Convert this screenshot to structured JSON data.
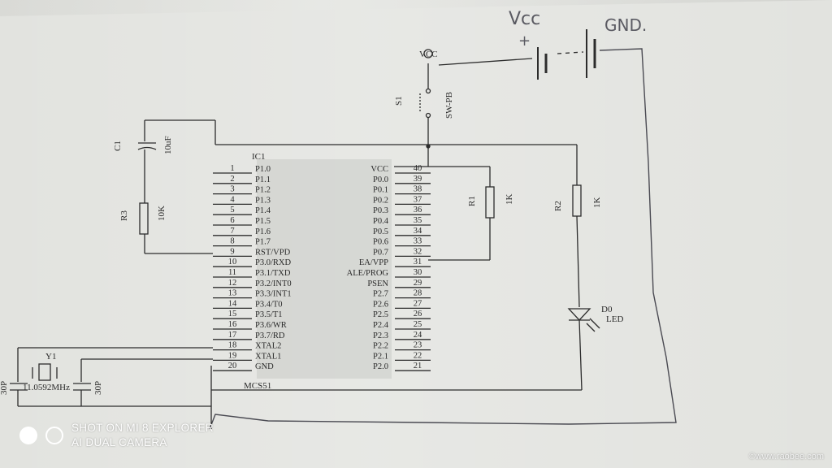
{
  "hand_notes": {
    "vcc": "Vcc",
    "plus": "+",
    "gnd": "GND."
  },
  "ic": {
    "ref": "IC1",
    "part": "MCS51",
    "left_pins": [
      {
        "num": "1",
        "name": "P1.0"
      },
      {
        "num": "2",
        "name": "P1.1"
      },
      {
        "num": "3",
        "name": "P1.2"
      },
      {
        "num": "4",
        "name": "P1.3"
      },
      {
        "num": "5",
        "name": "P1.4"
      },
      {
        "num": "6",
        "name": "P1.5"
      },
      {
        "num": "7",
        "name": "P1.6"
      },
      {
        "num": "8",
        "name": "P1.7"
      },
      {
        "num": "9",
        "name": "RST/VPD"
      },
      {
        "num": "10",
        "name": "P3.0/RXD"
      },
      {
        "num": "11",
        "name": "P3.1/TXD"
      },
      {
        "num": "12",
        "name": "P3.2/INT0"
      },
      {
        "num": "13",
        "name": "P3.3/INT1"
      },
      {
        "num": "14",
        "name": "P3.4/T0"
      },
      {
        "num": "15",
        "name": "P3.5/T1"
      },
      {
        "num": "16",
        "name": "P3.6/WR"
      },
      {
        "num": "17",
        "name": "P3.7/RD"
      },
      {
        "num": "18",
        "name": "XTAL2"
      },
      {
        "num": "19",
        "name": "XTAL1"
      },
      {
        "num": "20",
        "name": "GND"
      }
    ],
    "right_pins": [
      {
        "num": "40",
        "name": "VCC"
      },
      {
        "num": "39",
        "name": "P0.0"
      },
      {
        "num": "38",
        "name": "P0.1"
      },
      {
        "num": "37",
        "name": "P0.2"
      },
      {
        "num": "36",
        "name": "P0.3"
      },
      {
        "num": "35",
        "name": "P0.4"
      },
      {
        "num": "34",
        "name": "P0.5"
      },
      {
        "num": "33",
        "name": "P0.6"
      },
      {
        "num": "32",
        "name": "P0.7"
      },
      {
        "num": "31",
        "name": "EA/VPP"
      },
      {
        "num": "30",
        "name": "ALE/PROG"
      },
      {
        "num": "29",
        "name": "PSEN"
      },
      {
        "num": "28",
        "name": "P2.7"
      },
      {
        "num": "27",
        "name": "P2.6"
      },
      {
        "num": "26",
        "name": "P2.5"
      },
      {
        "num": "25",
        "name": "P2.4"
      },
      {
        "num": "24",
        "name": "P2.3"
      },
      {
        "num": "23",
        "name": "P2.2"
      },
      {
        "num": "22",
        "name": "P2.1"
      },
      {
        "num": "21",
        "name": "P2.0"
      }
    ]
  },
  "components": {
    "vcc_node": "VCC",
    "s1_ref": "S1",
    "s1_part": "SW-PB",
    "c1_ref": "C1",
    "c1_val": "10uF",
    "r3_ref": "R3",
    "r3_val": "10K",
    "r1_ref": "R1",
    "r1_val": "1K",
    "r2_ref": "R2",
    "r2_val": "1K",
    "d0_ref": "D0",
    "d0_part": "LED",
    "y1_ref": "Y1",
    "y1_val": "11.0592MHz",
    "c2_val": "30P",
    "c3_val": "30P"
  },
  "watermark": {
    "line1": "SHOT ON MI 8 EXPLORER",
    "line2": "AI DUAL CAMERA"
  },
  "credit": "©www.raobee.com"
}
